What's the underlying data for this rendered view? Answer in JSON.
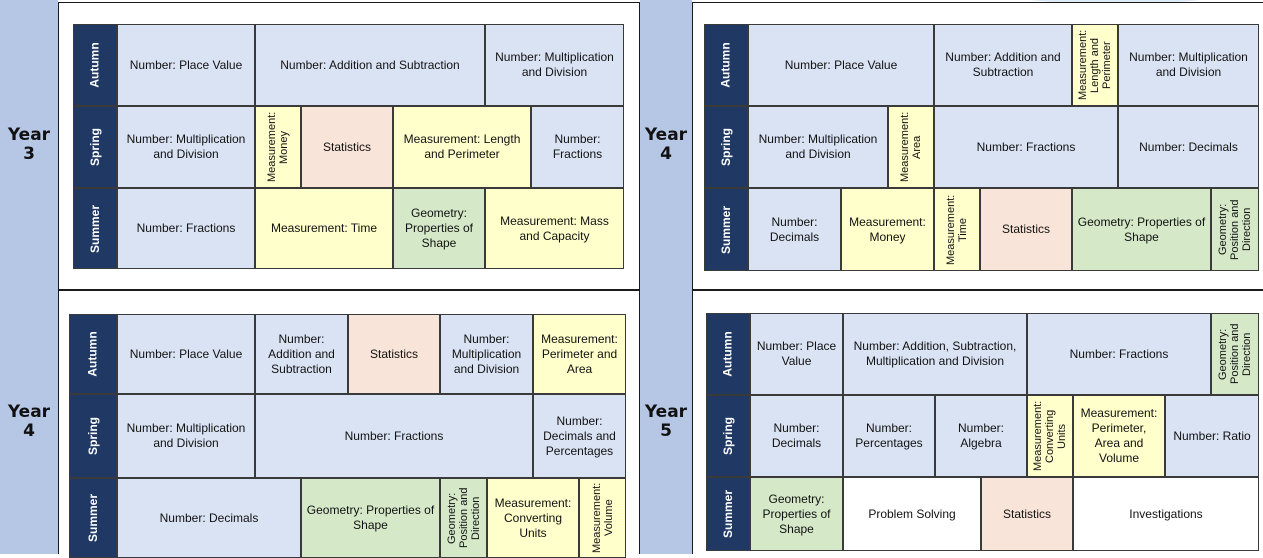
{
  "colors": {
    "season_header": "#1f3864",
    "year_strip": "#b6c7e6",
    "number": "#dae3f3",
    "measurement": "#ffffcc",
    "statistics": "#f8e4d8",
    "geometry": "#d5e8c8",
    "other": "#ffffff"
  },
  "panels": [
    {
      "year_label": [
        "Year",
        "3"
      ],
      "seasons": [
        "Autumn",
        "Spring",
        "Summer"
      ],
      "autumn": [
        "Number: Place Value",
        "Number: Addition and Subtraction",
        "Number: Multiplication and Division"
      ],
      "spring": [
        "Number: Multiplication and Division",
        "Measurement: Money",
        "Statistics",
        "Measurement: Length and Perimeter",
        "Number: Fractions"
      ],
      "summer": [
        "Number: Fractions",
        "Measurement: Time",
        "Geometry: Properties of Shape",
        "Measurement: Mass and Capacity"
      ]
    },
    {
      "year_label": [
        "Year",
        "4"
      ],
      "seasons": [
        "Autumn",
        "Spring",
        "Summer"
      ],
      "autumn": [
        "Number: Place Value",
        "Number: Addition and Subtraction",
        "Measurement: Length and Perimeter",
        "Number: Multiplication and Division"
      ],
      "spring": [
        "Number: Multiplication and Division",
        "Measurement: Area",
        "Number: Fractions",
        "Number: Decimals"
      ],
      "summer": [
        "Number: Decimals",
        "Measurement: Money",
        "Measurement: Time",
        "Statistics",
        "Geometry: Properties of Shape",
        "Geometry: Position and Direction"
      ]
    },
    {
      "year_label": [
        "Year",
        "4"
      ],
      "seasons": [
        "Autumn",
        "Spring",
        "Summer"
      ],
      "autumn": [
        "Number: Place Value",
        "Number: Addition and Subtraction",
        "Statistics",
        "Number: Multiplication and Division",
        "Measurement: Perimeter and Area"
      ],
      "spring": [
        "Number: Multiplication and Division",
        "Number: Fractions",
        "Number: Decimals and Percentages"
      ],
      "summer": [
        "Number: Decimals",
        "Geometry: Properties of Shape",
        "Geometry: Position and Direction",
        "Measurement: Converting Units",
        "Measurement: Volume"
      ]
    },
    {
      "year_label": [
        "Year",
        "5"
      ],
      "seasons": [
        "Autumn",
        "Spring",
        "Summer"
      ],
      "autumn": [
        "Number: Place Value",
        "Number: Addition, Subtraction, Multiplication and Division",
        "Number: Fractions",
        "Geometry: Position and Direction"
      ],
      "spring": [
        "Number: Decimals",
        "Number: Percentages",
        "Number: Algebra",
        "Measurement: Converting Units",
        "Measurement: Perimeter, Area and Volume",
        "Number: Ratio"
      ],
      "summer": [
        "Geometry: Properties of Shape",
        "Problem Solving",
        "Statistics",
        "Investigations"
      ]
    }
  ]
}
